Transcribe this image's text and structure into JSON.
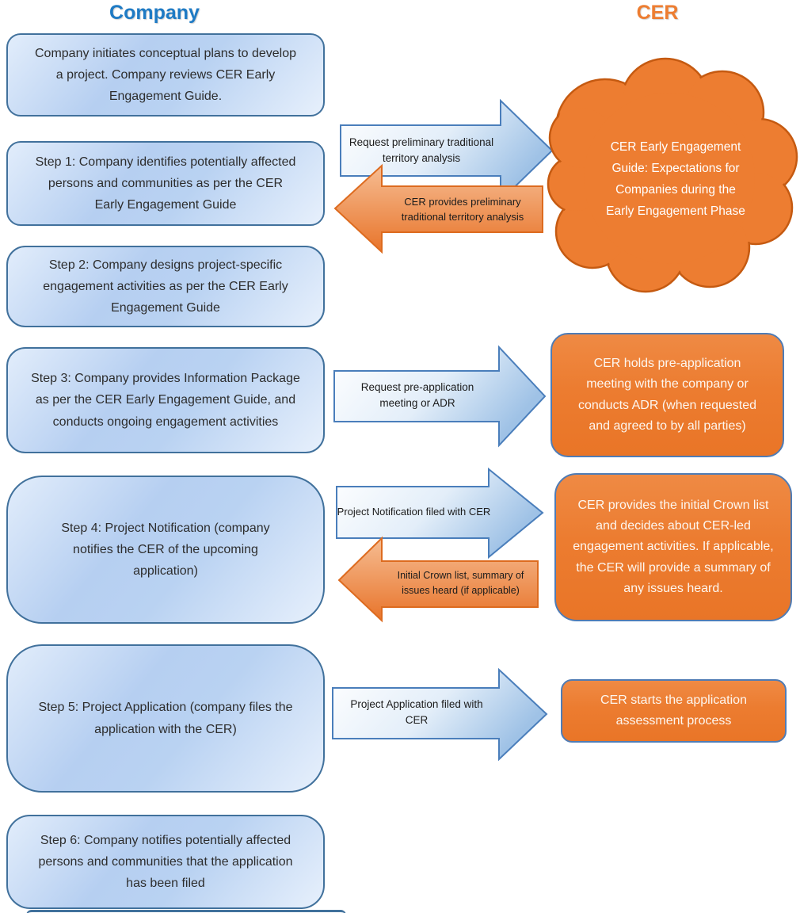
{
  "headers": {
    "company": "Company",
    "cer": "CER"
  },
  "company_boxes": [
    {
      "text": "Company initiates conceptual plans to develop a project. Company reviews CER Early Engagement Guide."
    },
    {
      "text": "Step 1: Company identifies potentially affected persons and communities as per the CER Early Engagement Guide"
    },
    {
      "text": "Step 2: Company designs project-specific engagement activities as per the CER Early Engagement Guide"
    },
    {
      "text": "Step 3: Company provides Information Package as per the CER Early Engagement Guide, and conducts ongoing engagement activities"
    },
    {
      "text": "Step 4: Project Notification (company notifies the CER of the upcoming application)"
    },
    {
      "text": "Step 5: Project Application (company files the application with the CER)"
    },
    {
      "text": "Step 6: Company notifies potentially affected persons and communities that the application has been filed"
    }
  ],
  "cloud": {
    "text": "CER Early Engagement Guide: Expectations for Companies during the Early Engagement Phase"
  },
  "cer_boxes": [
    {
      "text": "CER holds pre-application meeting with the company or conducts ADR (when requested and agreed to by all parties)"
    },
    {
      "text": "CER provides the initial Crown list and decides about CER-led engagement activities. If applicable, the CER will provide a summary of any issues heard."
    },
    {
      "text": "CER starts the application assessment process"
    }
  ],
  "arrows": [
    {
      "direction": "right",
      "label": "Request preliminary traditional territory analysis"
    },
    {
      "direction": "left",
      "label": "CER provides preliminary traditional territory analysis"
    },
    {
      "direction": "right",
      "label": "Request pre-application meeting or ADR"
    },
    {
      "direction": "right",
      "label": "Project Notification filed with CER"
    },
    {
      "direction": "left",
      "label": "Initial Crown list, summary of issues heard (if applicable)"
    },
    {
      "direction": "right",
      "label": "Project Application filed with CER"
    }
  ],
  "colors": {
    "company_header": "#1e7ac4",
    "cer_header": "#ed7d31",
    "blue_box_border": "#41719c",
    "blue_box_fill": "#b6cff1",
    "orange_fill": "#ed7d31",
    "cloud_border": "#c55a11",
    "orange_box_border": "#4f7cb5",
    "blue_arrow_border": "#4a7ebb",
    "orange_arrow_border": "#dd6b1f"
  }
}
